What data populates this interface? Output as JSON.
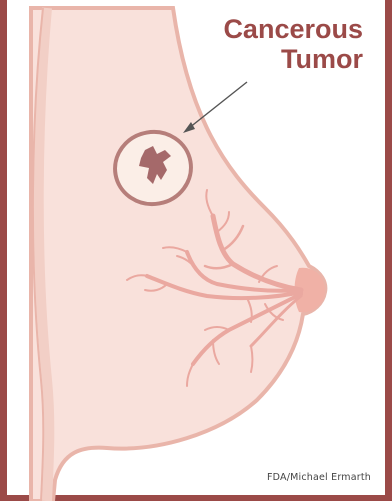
{
  "label": {
    "line1": "Cancerous",
    "line2": "Tumor"
  },
  "credit": "FDA/Michael Ermarth",
  "colors": {
    "frame": "#9b4a48",
    "tissue": "#f9e1db",
    "tissue_outline": "#e9b5aa",
    "ducts": "#eaa8a0",
    "tumor_ring": "#b67e7a",
    "tumor_fill": "#fbeee7",
    "tumor_core": "#a5696a",
    "arrow": "#555555"
  }
}
